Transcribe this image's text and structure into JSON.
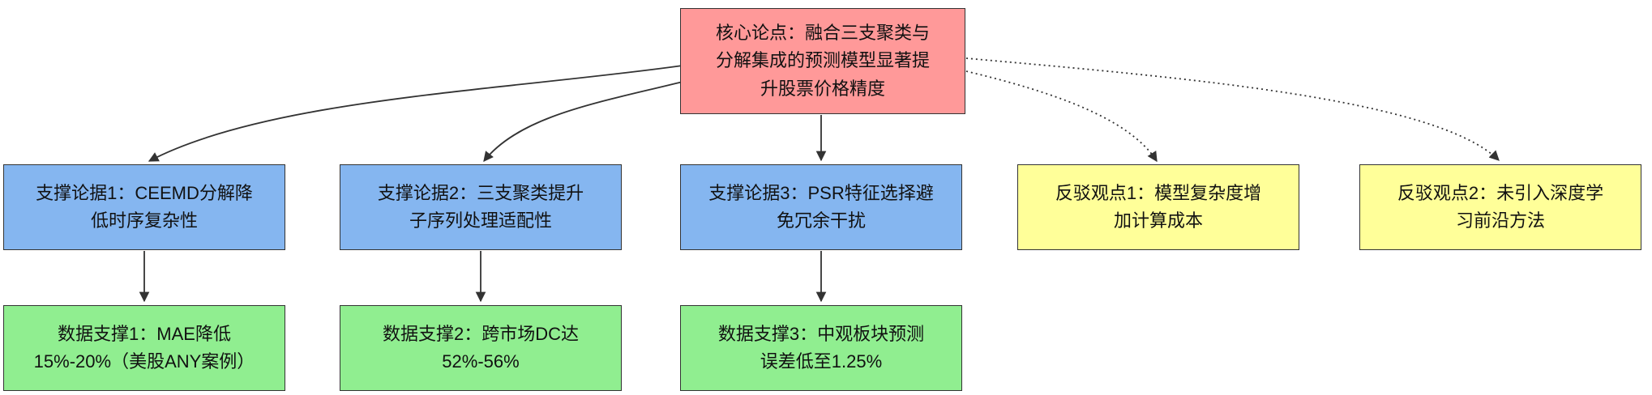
{
  "diagram": {
    "type": "argument-map-flowchart",
    "colors": {
      "core_fill": "#ff9999",
      "support_fill": "#85b6f0",
      "rebuttal_fill": "#ffff99",
      "data_fill": "#90ee90",
      "node_border": "#333333",
      "edge_stroke": "#333333",
      "text": "#111111",
      "background": "#ffffff"
    },
    "nodes": {
      "core": {
        "label": "核心论点：融合三支聚类与\n分解集成的预测模型显著提\n升股票价格精度",
        "fill": "#ff9999"
      },
      "support1": {
        "label": "支撑论据1：CEEMD分解降\n低时序复杂性",
        "fill": "#85b6f0"
      },
      "support2": {
        "label": "支撑论据2：三支聚类提升\n子序列处理适配性",
        "fill": "#85b6f0"
      },
      "support3": {
        "label": "支撑论据3：PSR特征选择避\n免冗余干扰",
        "fill": "#85b6f0"
      },
      "rebuttal1": {
        "label": "反驳观点1：模型复杂度增\n加计算成本",
        "fill": "#ffff99"
      },
      "rebuttal2": {
        "label": "反驳观点2：未引入深度学\n习前沿方法",
        "fill": "#ffff99"
      },
      "data1": {
        "label": "数据支撑1：MAE降低\n15%-20%（美股ANY案例）",
        "fill": "#90ee90"
      },
      "data2": {
        "label": "数据支撑2：跨市场DC达\n52%-56%",
        "fill": "#90ee90"
      },
      "data3": {
        "label": "数据支撑3：中观板块预测\n误差低至1.25%",
        "fill": "#90ee90"
      }
    },
    "edges": [
      {
        "from": "core",
        "to": "support1",
        "style": "solid"
      },
      {
        "from": "core",
        "to": "support2",
        "style": "solid"
      },
      {
        "from": "core",
        "to": "support3",
        "style": "solid"
      },
      {
        "from": "core",
        "to": "rebuttal1",
        "style": "dotted"
      },
      {
        "from": "core",
        "to": "rebuttal2",
        "style": "dotted"
      },
      {
        "from": "support1",
        "to": "data1",
        "style": "solid"
      },
      {
        "from": "support2",
        "to": "data2",
        "style": "solid"
      },
      {
        "from": "support3",
        "to": "data3",
        "style": "solid"
      }
    ]
  }
}
